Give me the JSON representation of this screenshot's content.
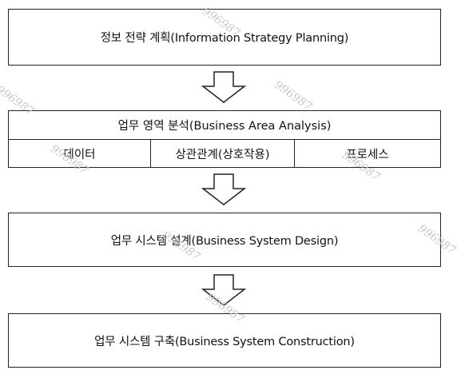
{
  "stages": {
    "s1": "정보 전략 계획(Information Strategy Planning)",
    "s2": {
      "title": "업무 영역 분석(Business Area Analysis)",
      "cells": [
        "데이터",
        "상관관계(상호작용)",
        "프로세스"
      ]
    },
    "s3": "업무 시스템 설계(Business System Design)",
    "s4": "업무 시스템 구축(Business System Construction)"
  },
  "watermark": "996987"
}
